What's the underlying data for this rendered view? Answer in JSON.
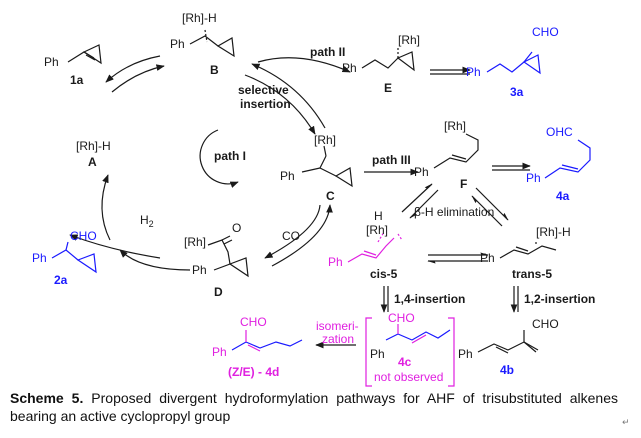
{
  "colors": {
    "black": "#1a1a1a",
    "blue": "#1a1aff",
    "magenta": "#e020e0"
  },
  "labels": {
    "c1a": "1a",
    "cA": "A",
    "cB": "B",
    "cC": "C",
    "cD": "D",
    "cE": "E",
    "cF": "F",
    "c2a": "2a",
    "c3a": "3a",
    "c4a": "4a",
    "c4b": "4b",
    "c4c": "4c",
    "cis5": "cis-5",
    "trans5": "trans-5",
    "zed": "(Z/E) - 4d"
  },
  "fragments": {
    "rh_h": "[Rh]-H",
    "rh": "[Rh]",
    "ph": "Ph",
    "cho": "CHO",
    "ohc": "OHC",
    "o": "O",
    "h": "H",
    "h2": "H",
    "h2_sub": "2",
    "co": "CO"
  },
  "steps": {
    "selective1": "selective",
    "selective2": "insertion",
    "path1": "path I",
    "path2": "path II",
    "path3": "path III",
    "beta": "β-H elimination",
    "ins14": "1,4-insertion",
    "ins12": "1,2-insertion",
    "isom1": "isomeri-",
    "isom2": "zation",
    "notobs": "not observed"
  },
  "caption": {
    "label": "Scheme 5.",
    "text": " Proposed divergent hydroformylation pathways for AHF of trisubstituted alkenes bearing an active cyclopropyl group"
  },
  "return_mark": "↵"
}
